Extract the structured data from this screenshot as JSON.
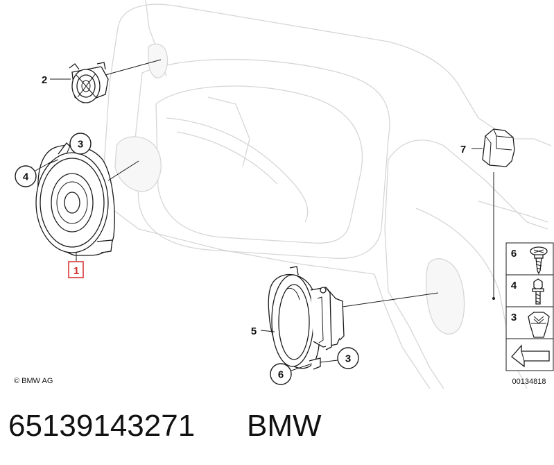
{
  "callouts": {
    "item_1": "1",
    "item_2": "2",
    "item_3_top": "3",
    "item_4_left": "4",
    "item_5": "5",
    "item_6_bottom": "6",
    "item_3_bottom": "3",
    "item_7": "7"
  },
  "legend": {
    "items": [
      {
        "number": "6",
        "icon": "screw-icon"
      },
      {
        "number": "4",
        "icon": "bolt-icon"
      },
      {
        "number": "3",
        "icon": "clip-nut-icon"
      }
    ],
    "arrow_icon": "direction-arrow-icon",
    "diagram_code": "00134818"
  },
  "copyright": "© BMW AG",
  "footer": {
    "part_number": "65139143271",
    "brand": "BMW"
  },
  "colors": {
    "highlight": "#d42a2a",
    "ghost_outline": "#d6d6d6",
    "part_outline": "#1a1a1a"
  }
}
